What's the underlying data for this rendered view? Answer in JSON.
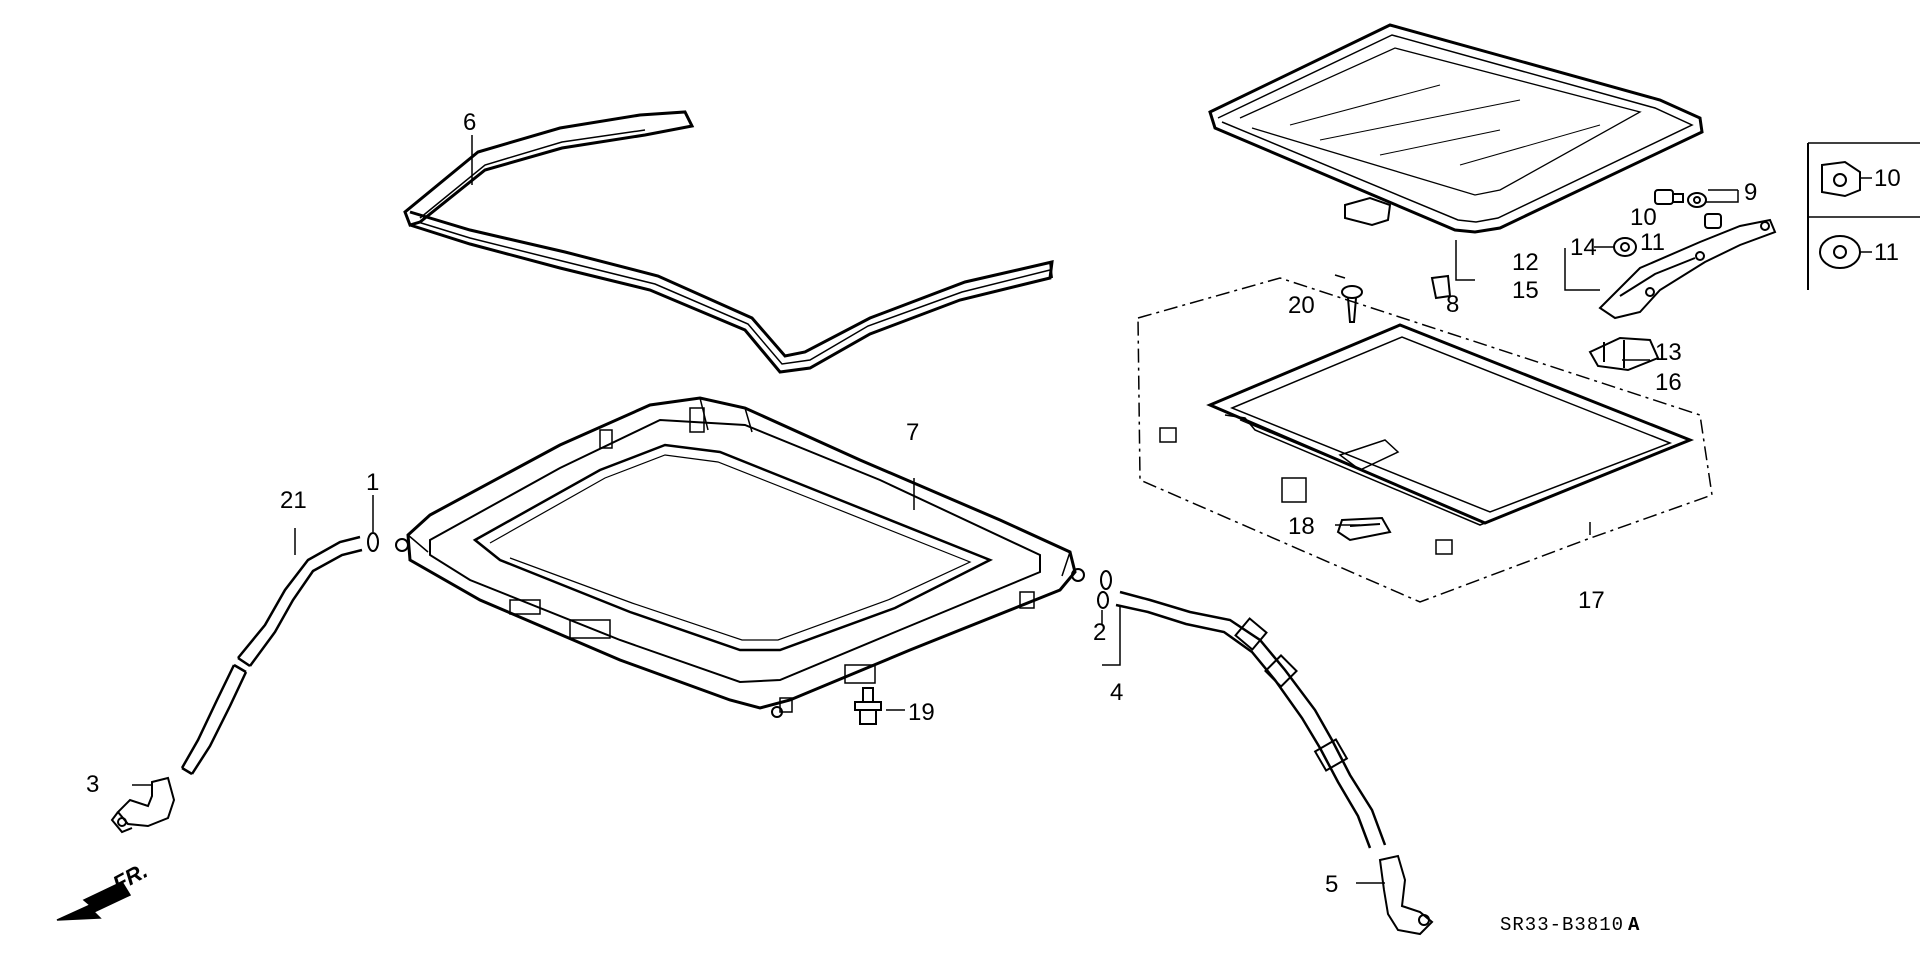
{
  "callouts": {
    "c1": "1",
    "c2": "2",
    "c3": "3",
    "c4": "4",
    "c5": "5",
    "c6": "6",
    "c7": "7",
    "c8": "8",
    "c9": "9",
    "c10": "10",
    "c11": "11",
    "c12": "12",
    "c13": "13",
    "c14": "14",
    "c15": "15",
    "c16": "16",
    "c17": "17",
    "c18": "18",
    "c19": "19",
    "c20": "20",
    "c21": "21"
  },
  "legend": {
    "item_a": "10",
    "item_b": "11"
  },
  "front_label": "FR.",
  "diagram_code": "SR33-B3810",
  "diagram_suffix": "A"
}
